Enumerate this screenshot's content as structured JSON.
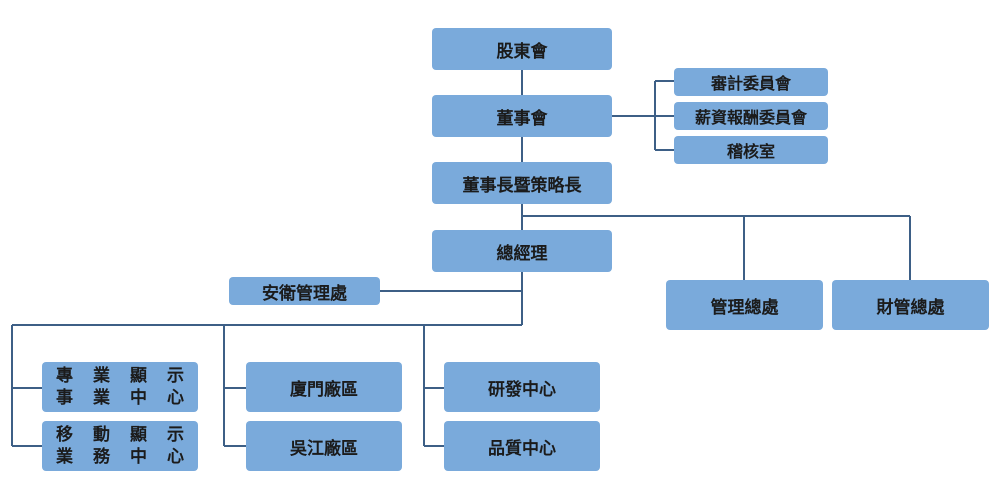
{
  "colors": {
    "box_fill": "#7aaadb",
    "line": "#3d5f86",
    "text": "#1b1b1b"
  },
  "org": {
    "shareholders": "股東會",
    "board": "董事會",
    "committees": [
      "審計委員會",
      "薪資報酬委員會",
      "稽核室"
    ],
    "chairman": "董事長暨策略長",
    "gm": "總經理",
    "safety": "安衛管理處",
    "management": "管理總處",
    "finance": "財管總處",
    "display_bu": [
      "專業顯示",
      "事業中心"
    ],
    "mobile_bu": [
      "移動顯示",
      "業務中心"
    ],
    "xiamen": "廈門廠區",
    "wujiang": "吳江廠區",
    "rd": "研發中心",
    "qa": "品質中心"
  }
}
